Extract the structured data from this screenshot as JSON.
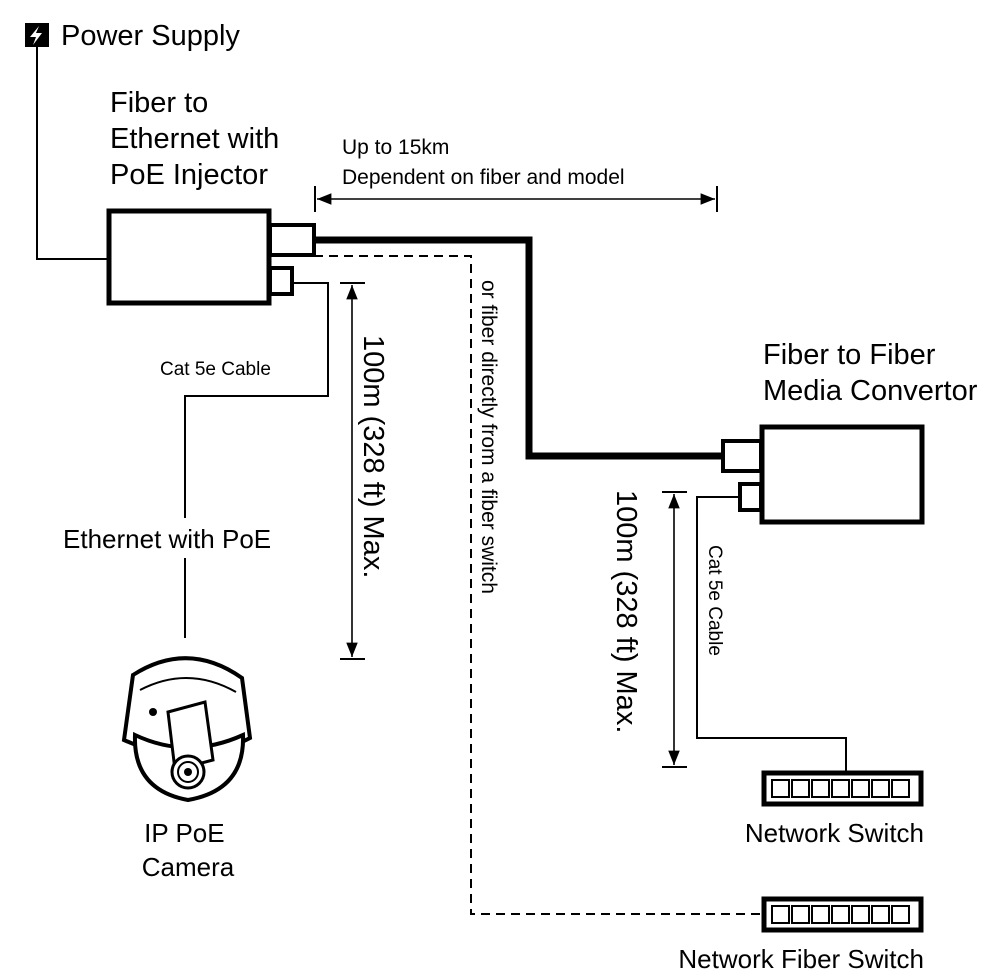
{
  "labels": {
    "power_supply": "Power Supply",
    "injector": [
      "Fiber to",
      "Ethernet with",
      "PoE Injector"
    ],
    "distance_primary": "Up to 15km",
    "distance_secondary": "Dependent on fiber and model",
    "fiber_switch_note": "or fiber directly from a fiber switch",
    "cable_left": "Cat 5e Cable",
    "max_left": "100m (328 ft) Max.",
    "ethernet_poe": "Ethernet with PoE",
    "media_convertor": [
      "Fiber to Fiber",
      "Media Convertor"
    ],
    "max_right": "100m (328 ft) Max.",
    "cable_right": "Cat 5e Cable",
    "camera": [
      "IP PoE",
      "Camera"
    ],
    "network_switch": "Network Switch",
    "network_fiber_switch": "Network Fiber Switch"
  },
  "icons": {
    "power": "lightning-bolt-icon",
    "camera": "dome-camera-icon",
    "switch": "switch-ports-icon"
  },
  "colors": {
    "line": "#000000",
    "background": "#ffffff"
  }
}
